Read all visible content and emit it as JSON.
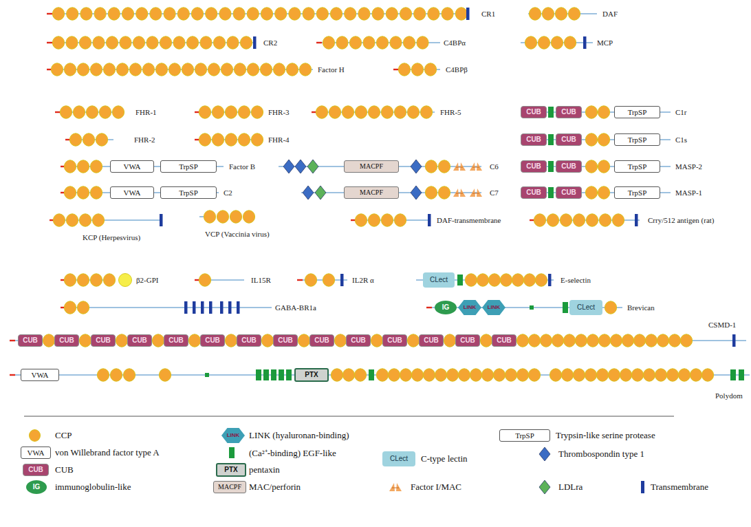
{
  "diagram": {
    "nodes": [
      {
        "text": [
          "CUB"
        ]
      },
      {
        "text": [
          "CUB"
        ]
      },
      {
        "text": [
          "TrpSP"
        ]
      },
      {
        "text": [
          "CUB"
        ]
      },
      {
        "text": [
          "CUB"
        ]
      },
      {
        "text": [
          "TrpSP"
        ]
      },
      {
        "text": [
          "VWA"
        ]
      },
      {
        "text": [
          "TrpSP"
        ]
      },
      {
        "text": [
          "MACPF"
        ]
      },
      {
        "text": [
          "CUB"
        ]
      },
      {
        "text": [
          "CUB"
        ]
      },
      {
        "text": [
          "TrpSP"
        ]
      },
      {
        "text": [
          "VWA"
        ]
      },
      {
        "text": [
          "TrpSP"
        ]
      },
      {
        "text": [
          "MACPF"
        ]
      },
      {
        "text": [
          "CUB"
        ]
      },
      {
        "text": [
          "CUB"
        ]
      },
      {
        "text": [
          "TrpSP"
        ]
      },
      {
        "text": [
          "CLect"
        ]
      },
      {
        "text": [
          "IG"
        ]
      },
      {
        "text": [
          "LINK"
        ]
      },
      {
        "text": [
          "LINK"
        ]
      },
      {
        "text": [
          "CLect"
        ]
      },
      {
        "text": [
          "CUB"
        ]
      },
      {
        "text": [
          "CUB"
        ]
      },
      {
        "text": [
          "CUB"
        ]
      },
      {
        "text": [
          "CUB"
        ]
      },
      {
        "text": [
          "CUB"
        ]
      },
      {
        "text": [
          "CUB"
        ]
      },
      {
        "text": [
          "CUB"
        ]
      },
      {
        "text": [
          "CUB"
        ]
      },
      {
        "text": [
          "CUB"
        ]
      },
      {
        "text": [
          "CUB"
        ]
      },
      {
        "text": [
          "CUB"
        ]
      },
      {
        "text": [
          "CUB"
        ]
      },
      {
        "text": [
          "CUB"
        ]
      },
      {
        "text": [
          "CUB"
        ]
      },
      {
        "text": [
          "VWA"
        ]
      },
      {
        "text": [
          "PTX"
        ]
      },
      {
        "text": [
          "VWA"
        ]
      },
      {
        "text": [
          "CUB"
        ]
      },
      {
        "text": [
          "IG"
        ]
      },
      {
        "text": [
          "LINK"
        ]
      },
      {
        "text": [
          "PTX"
        ]
      },
      {
        "text": [
          "MACPF"
        ]
      },
      {
        "text": [
          "CLect"
        ]
      },
      {
        "text": [
          "TrpSP"
        ]
      }
    ],
    "labels": [
      "CR1",
      "DAF",
      "CR2",
      "C4BPα",
      "MCP",
      "Factor H",
      "C4BPβ",
      "FHR-1",
      "FHR-3",
      "FHR-5",
      "C1r",
      "FHR-2",
      "FHR-4",
      "C1s",
      "Factor B",
      "C6",
      "MASP-2",
      "C2",
      "C7",
      "MASP-1",
      "KCP (Herpesvirus)",
      "VCP (Vaccinia virus)",
      "DAF-transmembrane",
      "Crry/512 antigen (rat)",
      "β2-GPI",
      "IL15R",
      "IL2R α",
      "E-selectin",
      "GABA-BR1a",
      "Brevican",
      "CSMD-1",
      "Polydom"
    ],
    "legend": [
      {
        "text": "CCP",
        "color": "#f4a532"
      },
      {
        "text": "von Willebrand factor type A"
      },
      {
        "text": "CUB"
      },
      {
        "text": "immunoglobulin-like"
      },
      {
        "text": "LINK (hyaluronan-binding)"
      },
      {
        "text": "(Ca²⁺-binding) EGF-like",
        "color": "#1b9a3c"
      },
      {
        "text": "pentaxin"
      },
      {
        "text": "MAC/perforin"
      },
      {
        "text": "C-type lectin"
      },
      {
        "text": "Factor I/MAC"
      },
      {
        "text": "Trypsin-like serine protease"
      },
      {
        "text": "Thrombospondin type 1"
      },
      {
        "text": "LDLra"
      },
      {
        "text": "Transmembrane",
        "color": "#1f3c9e"
      }
    ]
  }
}
